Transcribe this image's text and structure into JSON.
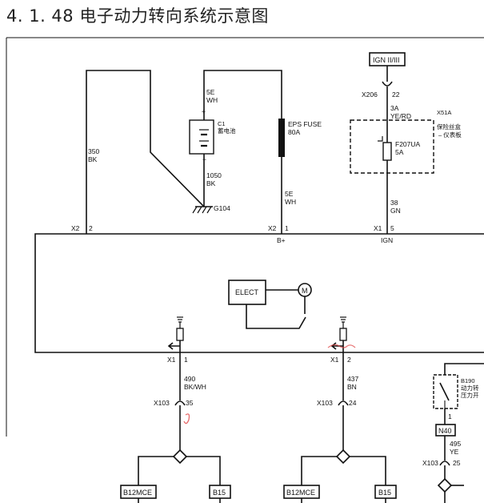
{
  "title": "4. 1. 48 电子动力转向系统示意图",
  "colors": {
    "wire": "#111111",
    "ink_mark": "#e04040",
    "background": "#ffffff"
  },
  "top": {
    "wire_350": {
      "gauge": "350",
      "color": "BK"
    },
    "capacitor": {
      "id": "C1",
      "name": "蓄电池",
      "wire_in_gauge": "5E",
      "wire_in_color": "WH"
    },
    "wire_1050": {
      "gauge": "1050",
      "color": "BK"
    },
    "ground": "G104",
    "fuse_eps": {
      "name": "EPS FUSE",
      "rating": "80A"
    },
    "wire_5e_b": {
      "gauge": "5E",
      "color": "WH"
    },
    "ign": {
      "label": "IGN II/III",
      "conn": "X206",
      "pin": "22",
      "wire_gauge": "3A",
      "wire_color": "YE/RD"
    },
    "fuse_box": {
      "id": "X51A",
      "line1": "保险丝盒",
      "line2": "– 仪表板"
    },
    "fuse_f207": {
      "name": "F207UA",
      "rating": "5A"
    },
    "wire_38": {
      "gauge": "38",
      "color": "GN"
    }
  },
  "module": {
    "pins_top": [
      {
        "conn": "X2",
        "pin": "2",
        "name": ""
      },
      {
        "conn": "X2",
        "pin": "1",
        "name": "B+"
      },
      {
        "conn": "X1",
        "pin": "5",
        "name": "IGN"
      }
    ],
    "elect_label": "ELECT",
    "motor_symbol": "M",
    "pins_bottom": [
      {
        "conn": "X1",
        "pin": "1"
      },
      {
        "conn": "X1",
        "pin": "2"
      }
    ]
  },
  "bottom": {
    "wire_490": {
      "gauge": "490",
      "color": "BK/WH",
      "conn": "X103",
      "pin": "35"
    },
    "wire_437": {
      "gauge": "437",
      "color": "BN",
      "conn": "X103",
      "pin": "24"
    },
    "sensor": {
      "id": "B190",
      "line1": "动力转",
      "line2": "压力开",
      "pin": "1"
    },
    "splice": "N40",
    "wire_495": {
      "gauge": "495",
      "color": "YE",
      "conn": "X103",
      "pin": "25"
    },
    "left_boxes": [
      "B12MCE",
      "B15"
    ],
    "right_boxes": [
      "B12MCE",
      "B15"
    ]
  }
}
